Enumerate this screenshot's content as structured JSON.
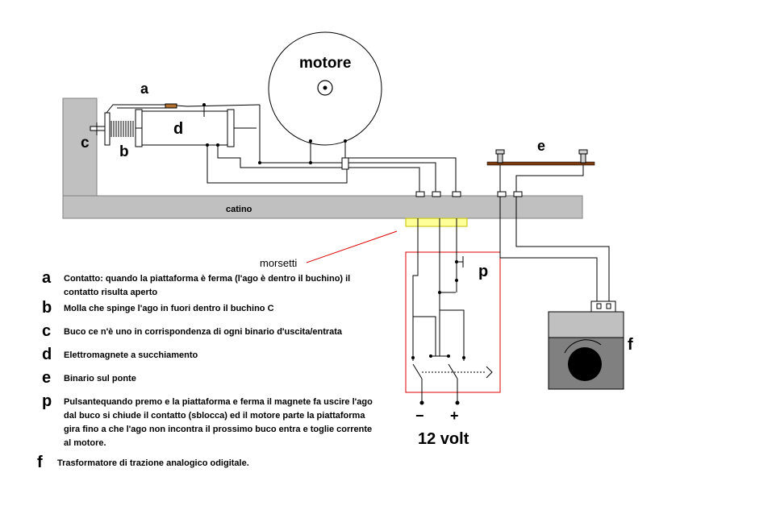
{
  "labels": {
    "motore": "motore",
    "a": "a",
    "b": "b",
    "c": "c",
    "d": "d",
    "e": "e",
    "f": "f",
    "p": "p",
    "catino": "catino",
    "morsetti": "morsetti",
    "minus": "−",
    "plus": "+",
    "volt": "12 volt"
  },
  "legend": [
    {
      "key": "a",
      "text": "Contatto: quando la piattaforma è ferma (l'ago è dentro il buchino) il contatto risulta aperto"
    },
    {
      "key": "b",
      "text": "Molla che spinge l'ago in fuori dentro il buchino C"
    },
    {
      "key": "c",
      "text": "Buco  ce n'è uno in corrispondenza di ogni binario d'uscita/entrata"
    },
    {
      "key": "d",
      "text": "Elettromagnete a succhiamento"
    },
    {
      "key": "e",
      "text": "Binario sul ponte"
    },
    {
      "key": "p",
      "text": "Pulsantequando premo e la piattaforma e ferma il magnete fa uscire l'ago dal buco si chiude il contatto (sblocca) ed il motore parte la piattaforma gira fino a che l'ago non incontra il prossimo buco entra e toglie corrente al motore."
    },
    {
      "key": "f",
      "text": "Trasformatore di trazione analogico odigitale."
    }
  ],
  "colors": {
    "frame": "#c0c0c0",
    "terminal_block": "#ffff99",
    "switch_box": "#dd0000",
    "track": "#7a3a10",
    "transformer_top": "#c0c0c0",
    "transformer_body": "#808080"
  }
}
